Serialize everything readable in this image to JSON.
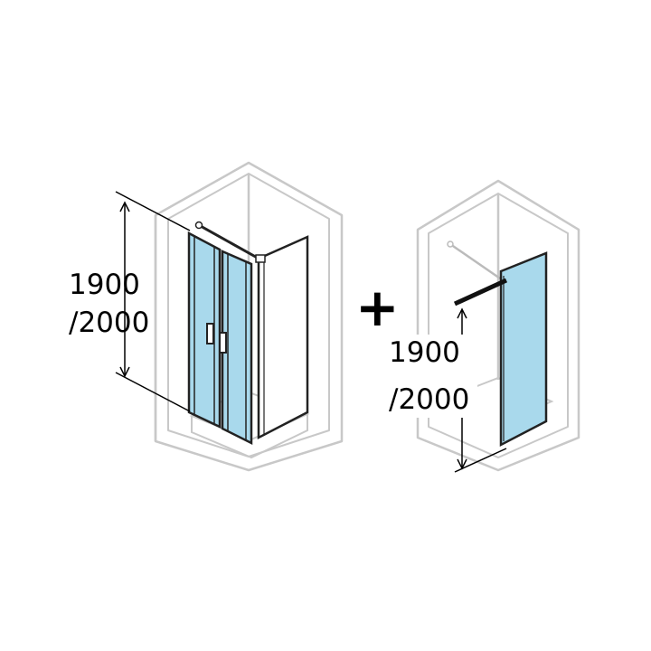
{
  "left_enclosure": {
    "height_line1": "1900",
    "height_line2": "/2000",
    "glass_color": "#a9d9ec"
  },
  "plus_sign": "+",
  "right_panel": {
    "height_line1": "1900",
    "height_line2": "/2000",
    "glass_color": "#a9d9ec"
  },
  "wall_color": "#c8c8c8"
}
